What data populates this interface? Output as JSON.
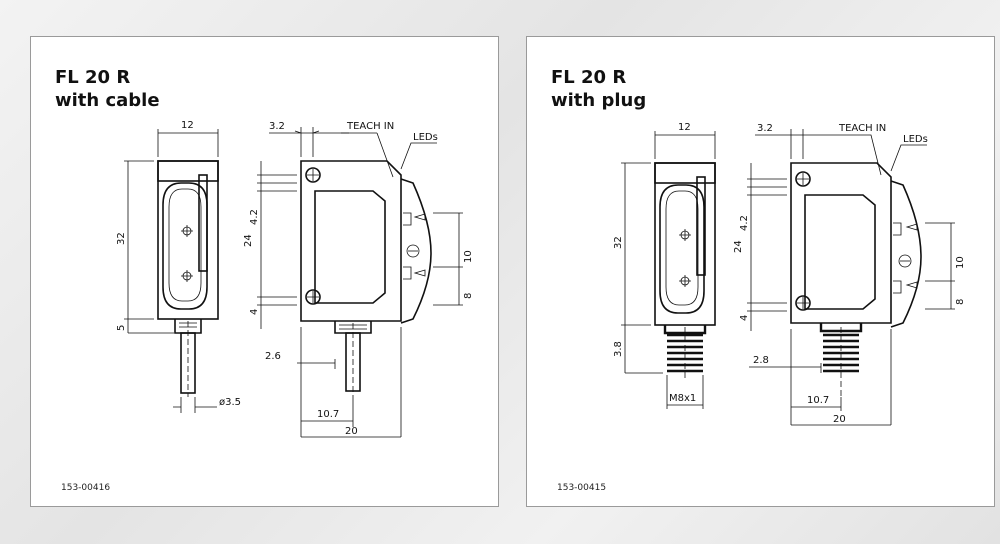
{
  "left": {
    "title_line1": "FL 20 R",
    "title_line2": "with cable",
    "code": "153-00416",
    "dims": {
      "width12": "12",
      "h32": "32",
      "h5": "5",
      "dia": "ø3.5",
      "d32": "3.2",
      "teach": "TEACH IN",
      "leds": "LEDs",
      "d42": "4.2",
      "d24": "24",
      "d4": "4",
      "d10": "10",
      "d8": "8",
      "d26": "2.6",
      "d107": "10.7",
      "d20": "20"
    }
  },
  "right": {
    "title_line1": "FL 20 R",
    "title_line2": "with plug",
    "code": "153-00415",
    "dims": {
      "width12": "12",
      "h32": "32",
      "h38": "3.8",
      "thread": "M8x1",
      "d32": "3.2",
      "teach": "TEACH IN",
      "leds": "LEDs",
      "d42": "4.2",
      "d24": "24",
      "d4": "4",
      "d10": "10",
      "d8": "8",
      "d28": "2.8",
      "d107": "10.7",
      "d20": "20"
    }
  }
}
